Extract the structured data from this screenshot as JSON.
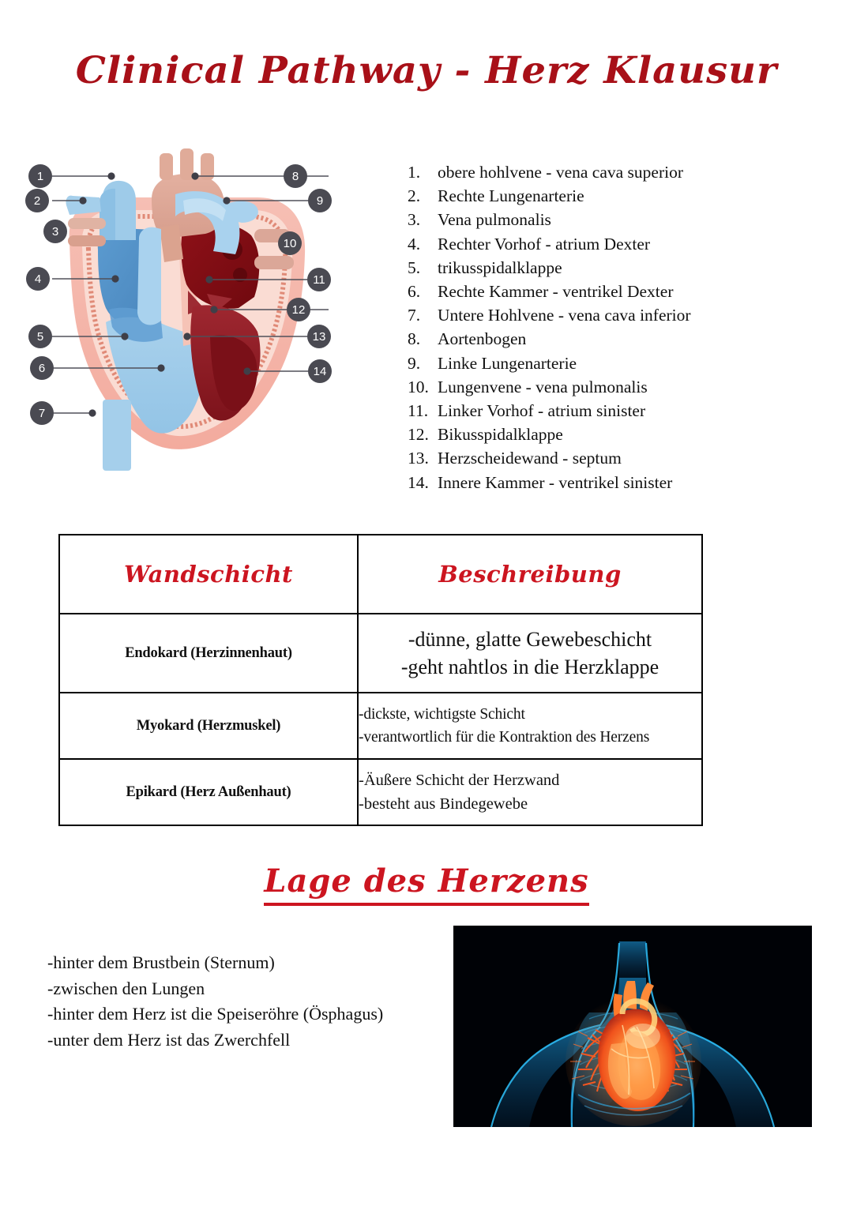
{
  "document": {
    "title": "Clinical Pathway - Herz Klausur"
  },
  "colors": {
    "title_red": "#a81018",
    "heading_red": "#cc1520",
    "text_black": "#111111",
    "callout_gray": "#4a4a52",
    "table_border": "#000000"
  },
  "heart_diagram": {
    "caption": "heart-cross-section-diagram",
    "callouts": [
      {
        "number": "1",
        "side": "left"
      },
      {
        "number": "2",
        "side": "left"
      },
      {
        "number": "3",
        "side": "left"
      },
      {
        "number": "4",
        "side": "left"
      },
      {
        "number": "5",
        "side": "left"
      },
      {
        "number": "6",
        "side": "left"
      },
      {
        "number": "7",
        "side": "left"
      },
      {
        "number": "8",
        "side": "right"
      },
      {
        "number": "9",
        "side": "right"
      },
      {
        "number": "10",
        "side": "right"
      },
      {
        "number": "11",
        "side": "right"
      },
      {
        "number": "12",
        "side": "right"
      },
      {
        "number": "13",
        "side": "right"
      },
      {
        "number": "14",
        "side": "right"
      }
    ]
  },
  "anatomy_list": [
    {
      "num": "1.",
      "text": "obere hohlvene - vena cava superior"
    },
    {
      "num": "2.",
      "text": "Rechte Lungenarterie"
    },
    {
      "num": "3.",
      "text": "Vena pulmonalis"
    },
    {
      "num": "4.",
      "text": "Rechter Vorhof  - atrium Dexter"
    },
    {
      "num": "5.",
      "text": "trikusspidalklappe"
    },
    {
      "num": "6.",
      "text": "Rechte Kammer - ventrikel Dexter"
    },
    {
      "num": "7.",
      "text": "Untere Hohlvene - vena cava inferior"
    },
    {
      "num": "8.",
      "text": "Aortenbogen"
    },
    {
      "num": "9.",
      "text": "Linke Lungenarterie"
    },
    {
      "num": "10.",
      "text": "Lungenvene - vena pulmonalis"
    },
    {
      "num": "11.",
      "text": "Linker Vorhof - atrium sinister"
    },
    {
      "num": "12.",
      "text": "Bikusspidalklappe"
    },
    {
      "num": "13.",
      "text": "Herzscheidewand - septum"
    },
    {
      "num": "14.",
      "text": "Innere Kammer - ventrikel sinister"
    }
  ],
  "wall_layers_table": {
    "headers": {
      "layer": "Wandschicht",
      "description": "Beschreibung"
    },
    "rows": [
      {
        "layer": "Endokard (Herzinnenhaut)",
        "description_lines": [
          "-dünne, glatte Gewebeschicht",
          "-geht nahtlos in die Herzklappe"
        ]
      },
      {
        "layer": "Myokard (Herzmuskel)",
        "description_lines": [
          "-dickste, wichtigste Schicht",
          "-verantwortlich für die Kontraktion des Herzens"
        ]
      },
      {
        "layer": "Epikard  (Herz Außenhaut)",
        "description_lines": [
          "-Äußere Schicht der Herzwand",
          "-besteht aus Bindegewebe"
        ]
      }
    ]
  },
  "position_section": {
    "heading": "Lage des Herzens",
    "lines": [
      "-hinter dem Brustbein (Sternum)",
      "-zwischen den Lungen",
      "-hinter dem Herz ist die Speiseröhre (Ösphagus)",
      "-unter dem Herz ist das Zwerchfell"
    ]
  },
  "torso_image": {
    "caption": "human-torso-heart-lungs-xray-render"
  }
}
